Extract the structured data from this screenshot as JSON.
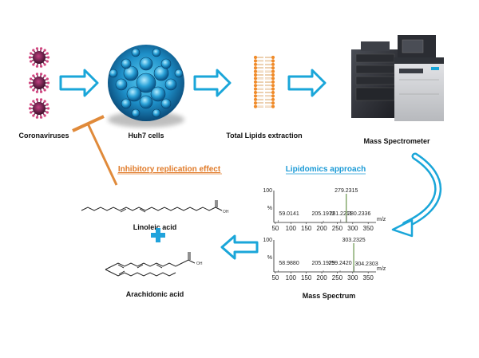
{
  "labels": {
    "coronaviruses": "Coronaviruses",
    "huh7": "Huh7 cells",
    "lipids": "Total Lipids extraction",
    "ms": "Mass Spectrometer",
    "inhibitory": "Inhibitory replication effect",
    "lipidomics": "Lipidomics approach",
    "linoleic": "Linoleic acid",
    "arachidonic": "Arachidonic acid",
    "spectrum": "Mass Spectrum",
    "oh1": "OH",
    "oh2": "OH"
  },
  "colors": {
    "arrow_blue": "#1aa6d9",
    "inhibit_orange": "#e08a3a",
    "plus_blue": "#21a3dc",
    "lipid_orange": "#f08b2a"
  },
  "spectrum1": {
    "axis_unit": "m/z",
    "x_ticks": [
      "50",
      "100",
      "150",
      "200",
      "250",
      "300",
      "350"
    ],
    "y_ticks": [
      "100",
      "%"
    ],
    "peaks": [
      {
        "mz": 59.0141,
        "intensity": 8,
        "label": "59.0141"
      },
      {
        "mz": 205.1972,
        "intensity": 6,
        "label": "205.1972"
      },
      {
        "mz": 261.2211,
        "intensity": 10,
        "label": "261.2211"
      },
      {
        "mz": 279.2315,
        "intensity": 100,
        "label": "279.2315"
      },
      {
        "mz": 280.2336,
        "intensity": 22,
        "label": "280.2336"
      }
    ]
  },
  "spectrum2": {
    "axis_unit": "m/z",
    "x_ticks": [
      "50",
      "100",
      "150",
      "200",
      "250",
      "300",
      "350"
    ],
    "y_ticks": [
      "100",
      "%"
    ],
    "peaks": [
      {
        "mz": 58.988,
        "intensity": 6,
        "label": "58.9880"
      },
      {
        "mz": 205.1929,
        "intensity": 5,
        "label": "205.1929"
      },
      {
        "mz": 259.242,
        "intensity": 5,
        "label": "259.2420"
      },
      {
        "mz": 303.2325,
        "intensity": 100,
        "label": "303.2325"
      },
      {
        "mz": 304.2303,
        "intensity": 20,
        "label": "304.2303"
      }
    ]
  }
}
